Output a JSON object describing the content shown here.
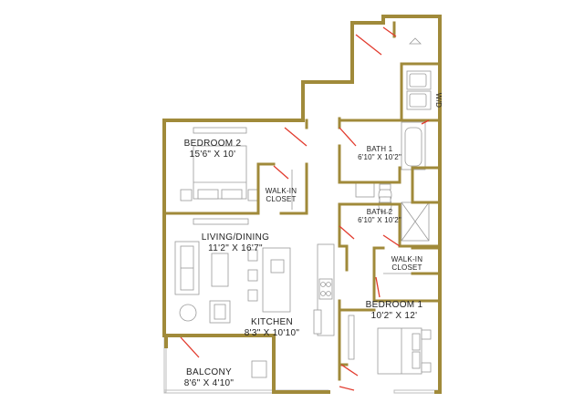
{
  "colors": {
    "wall": "#a08a3a",
    "door": "#e23b2e",
    "fixture": "#9a9a9a",
    "text": "#222222",
    "background": "#ffffff"
  },
  "rooms": {
    "bedroom2": {
      "name": "BEDROOM 2",
      "dims": "15'6\" X 10'"
    },
    "walkin_closet_a": {
      "name": "WALK-IN",
      "sub": "CLOSET"
    },
    "living_dining": {
      "name": "LIVING/DINING",
      "dims": "11'2\" X 16'7\""
    },
    "kitchen": {
      "name": "KITCHEN",
      "dims": "8'3\" X 10'10\""
    },
    "balcony": {
      "name": "BALCONY",
      "dims": "8'6\" X 4'10\""
    },
    "bath1": {
      "name": "BATH 1",
      "dims": "6'10\" X 10'2\""
    },
    "bath2": {
      "name": "BATH 2",
      "dims": "6'10\" X 10'2\""
    },
    "walkin_closet_b": {
      "name": "WALK-IN",
      "sub": "CLOSET"
    },
    "bedroom1": {
      "name": "BEDROOM 1",
      "dims": "10'2\" X 12'"
    },
    "wd": {
      "name": "W/D"
    }
  }
}
